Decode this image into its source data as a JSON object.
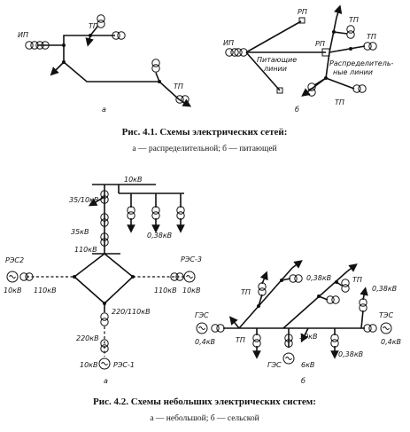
{
  "fig41": {
    "labels": {
      "ip_a": "ИП",
      "tp_a1": "ТП",
      "tp_a2": "ТП",
      "panel_a": "а",
      "rp1": "РП",
      "ip_b": "ИП",
      "rp2": "РП",
      "tp_b1": "ТП",
      "tp_b2": "ТП",
      "tp_b3": "ТП",
      "feed1": "Питающие",
      "feed2": "линии",
      "dist1": "Распределитель-",
      "dist2": "ные линии",
      "panel_b": "б"
    },
    "caption": "Рис. 4.1. Схемы электрических сетей:",
    "subcaption": "а — распределительной; б — питающей"
  },
  "fig42": {
    "labels": {
      "kv10_top": "10кВ",
      "kv35_10": "35/10кВ",
      "kv35": "35кВ",
      "kv038_a": "0,38кВ",
      "kv110_top": "110кВ",
      "res2": "РЭС2",
      "res3": "РЭС-3",
      "kv10_l": "10кВ",
      "kv110_l": "110кВ",
      "kv110_r": "110кВ",
      "kv10_r": "10кВ",
      "kv220_110": "220/110кВ",
      "kv220": "220кВ",
      "kv10_bot": "10кВ",
      "res1": "РЭС-1",
      "panel_a": "а",
      "tp_b1": "ТП",
      "kv038_b1": "0,38кВ",
      "tp_b2": "ТП",
      "kv038_b2": "0,38кВ",
      "ges": "ГЭС",
      "kv04_l": "0,4кВ",
      "tp_b3": "ТП",
      "kv10_b": "10кВ",
      "ges2": "ГЭС",
      "kv6": "6кВ",
      "kv038_b3": "0,38кВ",
      "tes": "ТЭС",
      "kv04_r": "0,4кВ",
      "panel_b": "б"
    },
    "caption": "Рис. 4.2. Схемы небольших электрических систем:",
    "subcaption": "а — небольшой; б — сельской"
  }
}
